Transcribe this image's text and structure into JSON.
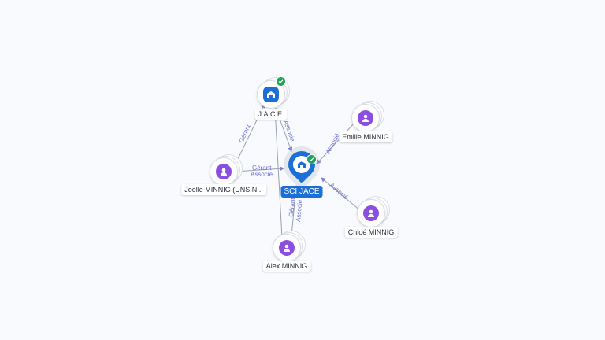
{
  "graph": {
    "center": {
      "label": "SCI JACE",
      "icon": "building-icon",
      "verified": true
    },
    "company": {
      "label": "J.A.C.E.",
      "icon": "building-icon",
      "verified": true
    },
    "people": {
      "emilie": {
        "label": "Emilie MINNIG",
        "icon": "person-icon"
      },
      "joelle": {
        "label": "Joelle MINNIG (UNSIN...",
        "icon": "person-icon"
      },
      "chloe": {
        "label": "Chloé MINNIG",
        "icon": "person-icon"
      },
      "alex": {
        "label": "Alex MINNIG",
        "icon": "person-icon"
      }
    },
    "edges": {
      "jace_sci": "Associé",
      "emilie_sci": "Associé",
      "chloe_sci": "Associé",
      "joelle_sci_1": "Gérant",
      "joelle_sci_2": "Associé",
      "alex_sci_1": "Gérant",
      "alex_sci_2": "Associé",
      "joelle_jace": "Gérant"
    },
    "colors": {
      "company": "#1d6fd8",
      "person": "#8b4ee0",
      "verified": "#1fa35a",
      "edge_label": "#6d6fd2",
      "edge": "#9aa0ae"
    }
  }
}
